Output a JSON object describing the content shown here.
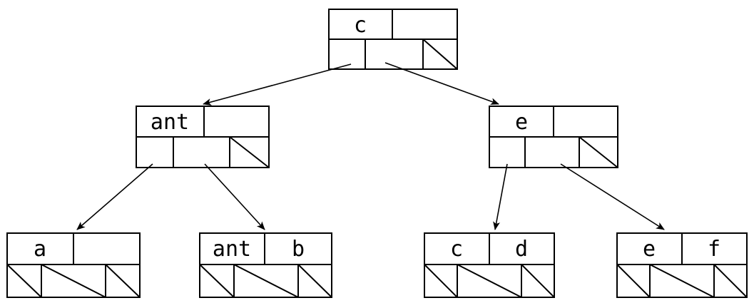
{
  "diagram": {
    "type": "tree",
    "description": "B-tree style search tree: each node has a key row and a child-pointer row; diagonal slashes mark null pointers; arrows link pointer cells to child nodes",
    "stroke_color": "#000000",
    "background_color": "#ffffff",
    "nodes": [
      {
        "id": "root",
        "keys": [
          "c",
          ""
        ],
        "pointer_cells": [
          "child",
          "child",
          "null"
        ],
        "children": [
          "left-internal",
          "right-internal"
        ]
      },
      {
        "id": "left-internal",
        "keys": [
          "ant",
          ""
        ],
        "pointer_cells": [
          "child",
          "child",
          "null"
        ],
        "children": [
          "leaf-a",
          "leaf-ant-b"
        ]
      },
      {
        "id": "right-internal",
        "keys": [
          "e",
          ""
        ],
        "pointer_cells": [
          "child",
          "child",
          "null"
        ],
        "children": [
          "leaf-c-d",
          "leaf-e-f"
        ]
      },
      {
        "id": "leaf-a",
        "keys": [
          "a",
          ""
        ],
        "pointer_cells": [
          "null",
          "null",
          "null"
        ],
        "children": []
      },
      {
        "id": "leaf-ant-b",
        "keys": [
          "ant",
          "b"
        ],
        "pointer_cells": [
          "null",
          "null",
          "null"
        ],
        "children": []
      },
      {
        "id": "leaf-c-d",
        "keys": [
          "c",
          "d"
        ],
        "pointer_cells": [
          "null",
          "null",
          "null"
        ],
        "children": []
      },
      {
        "id": "leaf-e-f",
        "keys": [
          "e",
          "f"
        ],
        "pointer_cells": [
          "null",
          "null",
          "null"
        ],
        "children": []
      }
    ],
    "edges": [
      {
        "from": "root",
        "to": "left-internal"
      },
      {
        "from": "root",
        "to": "right-internal"
      },
      {
        "from": "left-internal",
        "to": "leaf-a"
      },
      {
        "from": "left-internal",
        "to": "leaf-ant-b"
      },
      {
        "from": "right-internal",
        "to": "leaf-c-d"
      },
      {
        "from": "right-internal",
        "to": "leaf-e-f"
      }
    ]
  }
}
